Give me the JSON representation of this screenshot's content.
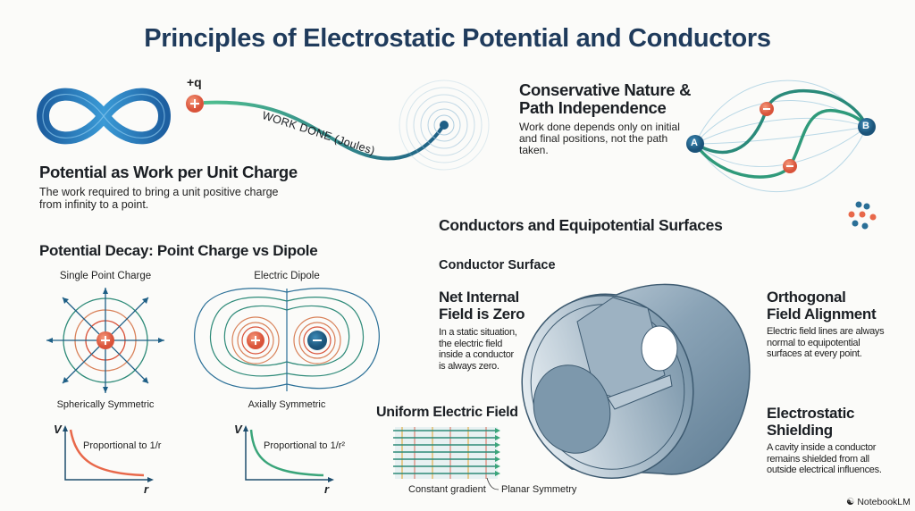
{
  "title": "Principles of Electrostatic Potential and Conductors",
  "work": {
    "charge_label": "+q",
    "path_label": "WORK DONE (Joules)",
    "heading": "Potential as Work per Unit Charge",
    "desc_lines": [
      "The work required to bring a unit positive charge",
      "from infinity to a point."
    ]
  },
  "conservative": {
    "heading_lines": [
      "Conservative Nature &",
      "Path Independence"
    ],
    "desc_lines": [
      "Work done depends only on initial",
      "and final positions, not the path",
      "taken."
    ],
    "point_a": "A",
    "point_b": "B"
  },
  "decay": {
    "heading": "Potential Decay: Point Charge vs Dipole",
    "point": {
      "label": "Single Point Charge",
      "symmetry": "Spherically Symmetric",
      "graph_y": "V",
      "graph_x": "r",
      "graph_label": "Proportional to 1/r"
    },
    "dipole": {
      "label": "Electric Dipole",
      "symmetry": "Axially Symmetric",
      "graph_y": "V",
      "graph_x": "r",
      "graph_label": "Proportional to 1/r²"
    }
  },
  "conductors": {
    "heading": "Conductors and Equipotential Surfaces",
    "surface_label": "Conductor Surface",
    "internal": {
      "heading_lines": [
        "Net Internal",
        "Field is Zero"
      ],
      "desc_lines": [
        "In a static situation,",
        "the electric field",
        "inside a conductor",
        "is always zero."
      ]
    },
    "orthogonal": {
      "heading_lines": [
        "Orthogonal",
        "Field Alignment"
      ],
      "desc_lines": [
        "Electric field lines are always",
        "normal to equipotential",
        "surfaces at every point."
      ]
    },
    "shielding": {
      "heading_lines": [
        "Electrostatic",
        "Shielding"
      ],
      "desc_lines": [
        "A cavity inside a conductor",
        "remains shielded from all",
        "outside electrical influences."
      ]
    },
    "uniform": {
      "heading": "Uniform Electric Field",
      "left_label": "Constant gradient",
      "right_label": "Planar Symmetry"
    }
  },
  "brand": "NotebookLM",
  "colors": {
    "title": "#1f3b5c",
    "positive": "#e8684a",
    "negative": "#2a6f97",
    "green": "#3aa57a",
    "navy": "#1e4e6e"
  }
}
